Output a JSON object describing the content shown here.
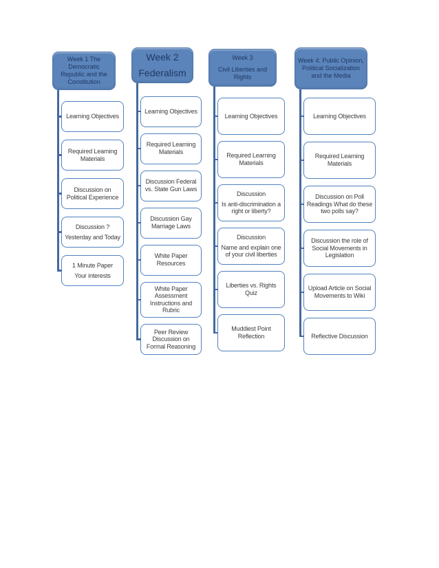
{
  "colors": {
    "page_bg": "#ffffff",
    "header_fill": "#5b84ba",
    "header_text": "#1f3864",
    "box_border": "#4f81bd",
    "box_text": "#3a3a3a",
    "connector": "#44699e"
  },
  "diagram_type": "hierarchy-list",
  "columns": [
    {
      "header": {
        "lines": [
          "Week 1 The Democratic Republic and the Constitution"
        ]
      },
      "items": [
        {
          "lines": [
            "Learning Objectives"
          ]
        },
        {
          "lines": [
            "Required Learning Materials"
          ]
        },
        {
          "lines": [
            "Discussion on Political Experience"
          ]
        },
        {
          "lines": [
            "Discussion ?",
            "Yesterday and Today"
          ]
        },
        {
          "lines": [
            "1 Minute Paper",
            "Your interests"
          ]
        }
      ]
    },
    {
      "header": {
        "lines": [
          "Week 2",
          "Federalism"
        ]
      },
      "items": [
        {
          "lines": [
            "Learning Objectives"
          ]
        },
        {
          "lines": [
            "Required Learning Materials"
          ]
        },
        {
          "lines": [
            "Discussion  Federal vs. State Gun Laws"
          ]
        },
        {
          "lines": [
            "Discussion Gay Marriage Laws"
          ]
        },
        {
          "lines": [
            "White Paper Resources"
          ]
        },
        {
          "lines": [
            "White Paper Assessment Instructions and Rubric"
          ]
        },
        {
          "lines": [
            "Peer Review Discussion on Formal Reasoning"
          ]
        }
      ]
    },
    {
      "header": {
        "lines": [
          "Week 3",
          "Civil Liberties and Rights"
        ]
      },
      "items": [
        {
          "lines": [
            "Learning Objectives"
          ]
        },
        {
          "lines": [
            "Required Learning Materials"
          ]
        },
        {
          "lines": [
            "Discussion",
            "Is anti-discrimination a right or liberty?"
          ]
        },
        {
          "lines": [
            "Discussion",
            "Name and explain one of your civil liberties"
          ]
        },
        {
          "lines": [
            "Liberties vs. Rights Quiz"
          ]
        },
        {
          "lines": [
            "Muddiest Point Reflection"
          ]
        }
      ]
    },
    {
      "header": {
        "lines": [
          "Week 4:  Public Opinion, Political Socialization and the Media"
        ]
      },
      "items": [
        {
          "lines": [
            "Learning Objectives"
          ]
        },
        {
          "lines": [
            "Required Learning Materials"
          ]
        },
        {
          "lines": [
            "Discussion on Poll Readings What do these two polls say?"
          ]
        },
        {
          "lines": [
            "Discussion the role of Social Movements in Legislation"
          ]
        },
        {
          "lines": [
            "Upload Article on Social Movements to Wiki"
          ]
        },
        {
          "lines": [
            "Reflective Discussion"
          ]
        }
      ]
    }
  ]
}
